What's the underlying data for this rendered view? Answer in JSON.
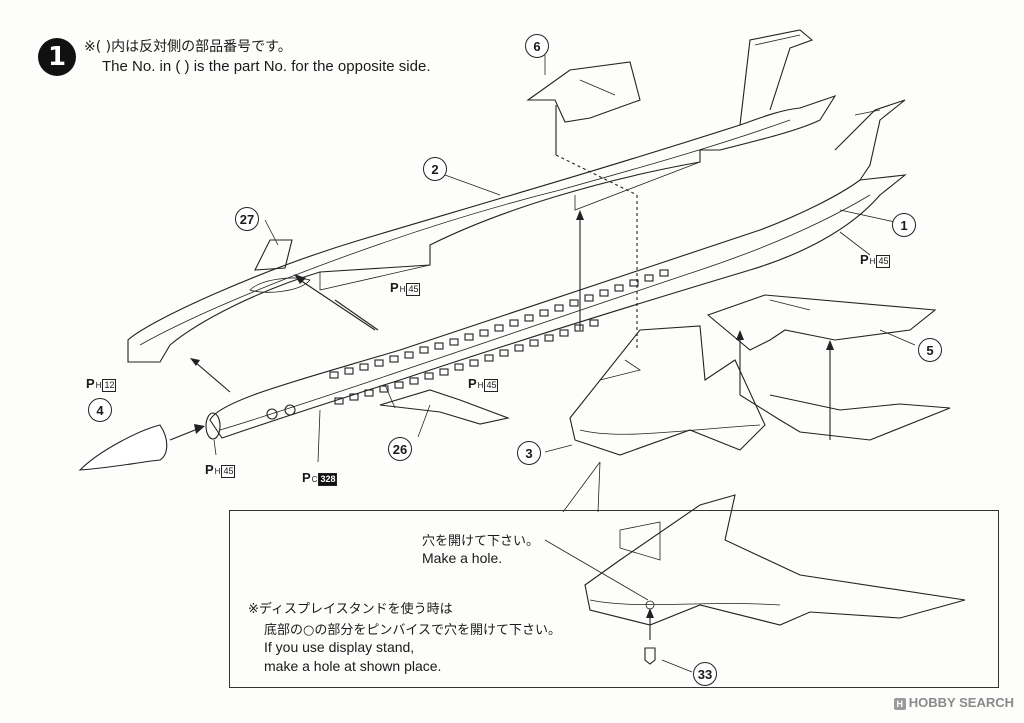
{
  "step": {
    "number": "1"
  },
  "notes": {
    "jp": "※(  )内は反対側の部品番号です。",
    "en": "The No. in (    ) is the part No. for the opposite side."
  },
  "parts": {
    "p1": "1",
    "p2": "2",
    "p3": "3",
    "p4": "4",
    "p5": "5",
    "p6": "6",
    "p26": "26",
    "p27": "27",
    "p33": "33"
  },
  "paint_codes": [
    {
      "prefix": "P",
      "sub": "H",
      "num": "45"
    },
    {
      "prefix": "P",
      "sub": "H",
      "num": "45"
    },
    {
      "prefix": "P",
      "sub": "H",
      "num": "12"
    },
    {
      "prefix": "P",
      "sub": "H",
      "num": "45"
    },
    {
      "prefix": "P",
      "sub": "H",
      "num": "45"
    },
    {
      "prefix": "P",
      "sub": "C",
      "num": "328"
    }
  ],
  "inset": {
    "hole_jp": "穴を開けて下さい。",
    "hole_en": "Make a hole.",
    "stand_jp_1": "※ディスプレイスタンドを使う時は",
    "stand_jp_2": "底部の○の部分をピンバイスで穴を開けて下さい。",
    "stand_en_1": "If you use display stand,",
    "stand_en_2": "make a hole at shown place."
  },
  "watermark": {
    "text": "HOBBY SEARCH",
    "logo": "H"
  }
}
